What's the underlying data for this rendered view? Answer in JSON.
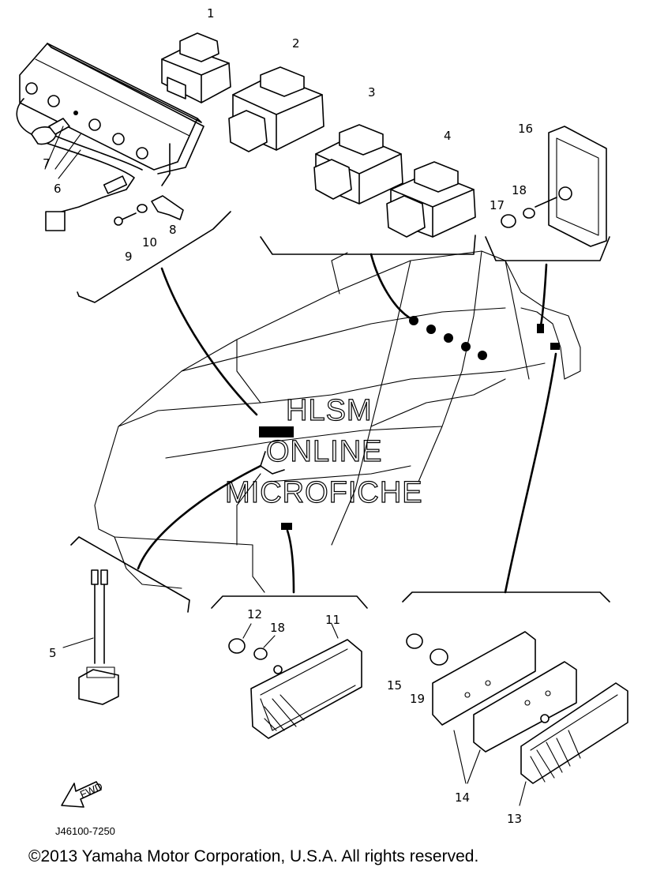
{
  "diagram": {
    "part_numbers": [
      "1",
      "2",
      "3",
      "4",
      "5",
      "6",
      "7",
      "8",
      "9",
      "10",
      "11",
      "12",
      "13",
      "14",
      "15",
      "16",
      "17",
      "18",
      "18",
      "19"
    ],
    "watermark": [
      "HLSM",
      "ONLINE",
      "MICROFICHE"
    ],
    "code": "J46100-7250",
    "fwd_label": "FWD",
    "copyright": "©2013 Yamaha Motor Corporation, U.S.A. All rights reserved."
  }
}
